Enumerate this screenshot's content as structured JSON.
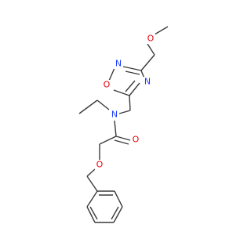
{
  "molecule": {
    "atoms": [
      {
        "id": "O_methoxy",
        "symbol": "O",
        "label": "O",
        "color": "#e8000b"
      },
      {
        "id": "N_ring_top",
        "symbol": "N",
        "label": "N",
        "color": "#1f3dff"
      },
      {
        "id": "O_ring",
        "symbol": "O",
        "label": "O",
        "color": "#e8000b"
      },
      {
        "id": "N_ring_right",
        "symbol": "N",
        "label": "N",
        "color": "#1f3dff"
      },
      {
        "id": "N_amide",
        "symbol": "N",
        "label": "N",
        "color": "#1f3dff"
      },
      {
        "id": "O_carbonyl",
        "symbol": "O",
        "label": "O",
        "color": "#e8000b"
      },
      {
        "id": "O_ether",
        "symbol": "O",
        "label": "O",
        "color": "#e8000b"
      }
    ],
    "bond_color": "#3a3a3a"
  }
}
